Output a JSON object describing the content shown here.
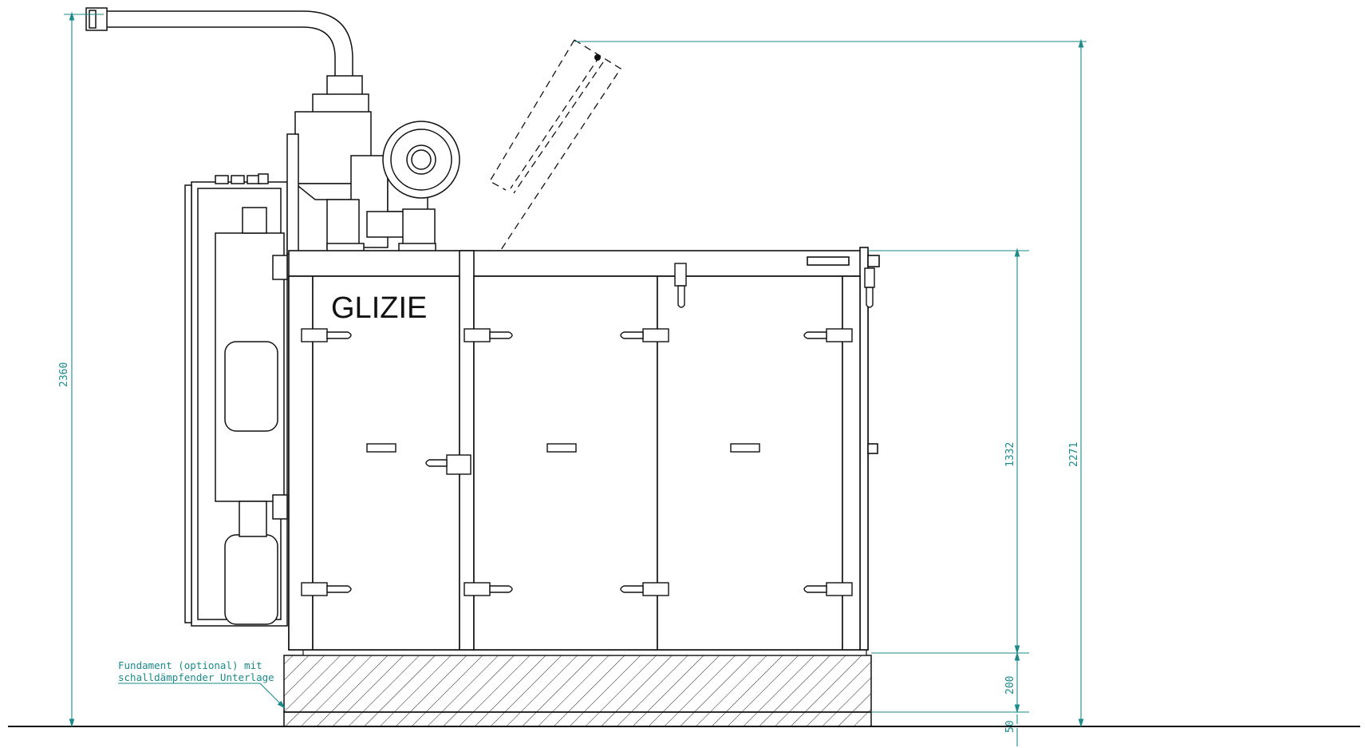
{
  "brand_label": "GLIZIE",
  "dimensions": {
    "overall_height": "2360",
    "height_to_hood": "2271",
    "enclosure_height": "1332",
    "foundation_height": "200",
    "base_pad_height": "50"
  },
  "note": {
    "line1": "Fundament (optional) mit",
    "line2": "schalldämpfender Unterlage"
  },
  "colors": {
    "outline": "#111111",
    "dimension": "#1a8a8a",
    "fill": "#ffffff"
  }
}
